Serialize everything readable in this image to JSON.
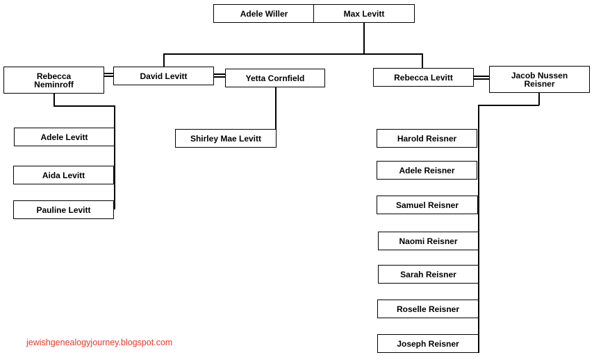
{
  "people": {
    "adele_willer": "Adele Willer",
    "max_levitt": "Max Levitt",
    "rebecca_neminroff": "Rebecca Neminroff",
    "david_levitt": "David Levitt",
    "yetta_cornfield": "Yetta Cornfield",
    "rebecca_levitt": "Rebecca Levitt",
    "jacob_nussen_reisner": "Jacob Nussen Reisner",
    "adele_levitt": "Adele Levitt",
    "aida_levitt": "Aida Levitt",
    "pauline_levitt": "Pauline Levitt",
    "shirley_mae_levitt": "Shirley Mae Levitt",
    "harold_reisner": "Harold Reisner",
    "adele_reisner": "Adele Reisner",
    "samuel_reisner": "Samuel Reisner",
    "naomi_reisner": "Naomi Reisner",
    "sarah_reisner": "Sarah Reisner",
    "roselle_reisner": "Roselle Reisner",
    "joseph_reisner": "Joseph Reisner"
  },
  "footer": {
    "credit": "jewishgenealogyjourney.blogspot.com"
  },
  "colors": {
    "line": "#000000",
    "box_border": "#000000",
    "credit": "#e8372a"
  }
}
